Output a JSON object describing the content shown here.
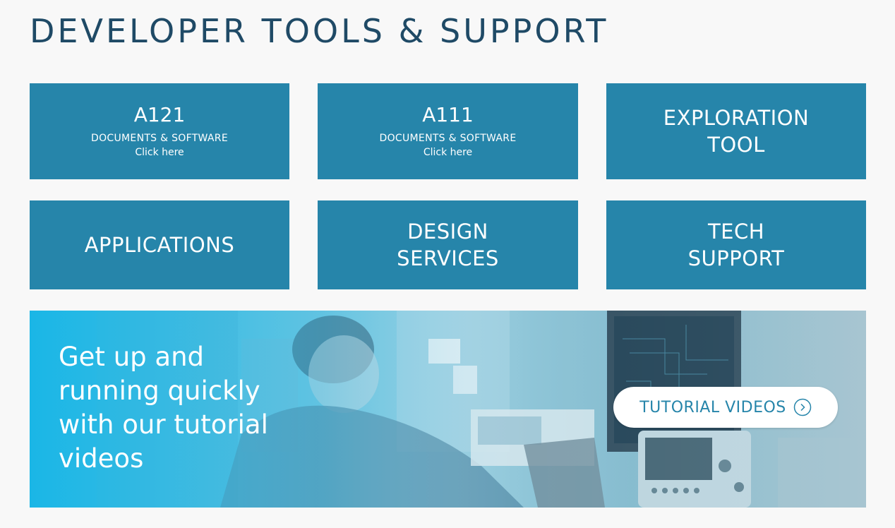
{
  "header": {
    "title": "DEVELOPER TOOLS & SUPPORT"
  },
  "tiles": [
    {
      "model": "A121",
      "subtitle": "DOCUMENTS & SOFTWARE",
      "link": "Click here"
    },
    {
      "model": "A111",
      "subtitle": "DOCUMENTS & SOFTWARE",
      "link": "Click here"
    },
    {
      "label": "EXPLORATION\nTOOL"
    },
    {
      "label": "APPLICATIONS"
    },
    {
      "label": "DESIGN\nSERVICES"
    },
    {
      "label": "TECH\nSUPPORT"
    }
  ],
  "banner": {
    "text": "Get up and running quickly with our tutorial videos",
    "button_label": "TUTORIAL VIDEOS",
    "button_icon": "chevron-right-circle-icon"
  },
  "colors": {
    "tile_background": "#2685aa",
    "title_text": "#1f4a66",
    "page_background": "#f8f8f8"
  }
}
